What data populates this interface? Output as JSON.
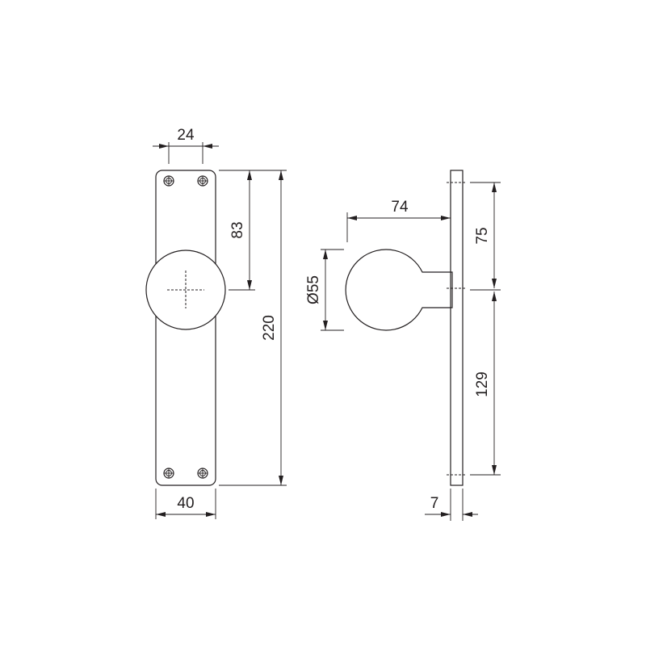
{
  "drawing": {
    "front_view": {
      "dims": {
        "knob_spacing_top": "24",
        "plate_width": "40",
        "spindle_height": "83",
        "plate_height": "220"
      }
    },
    "side_view": {
      "dims": {
        "projection": "74",
        "knob_diameter": "Ø55",
        "upper_hole": "75",
        "lower_hole": "129",
        "plate_thickness": "7"
      }
    },
    "colors": {
      "line": "#231f20",
      "background": "#ffffff"
    }
  }
}
